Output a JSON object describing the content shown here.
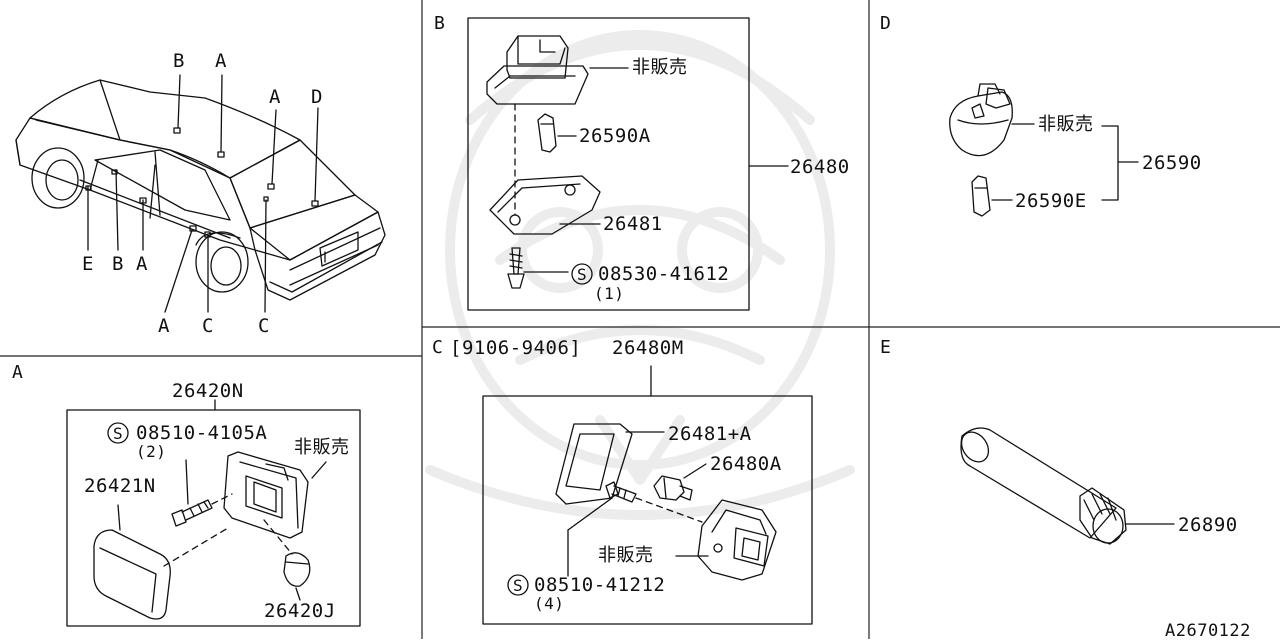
{
  "sections": {
    "A": "A",
    "B": "B",
    "C": "C",
    "D": "D",
    "E": "E",
    "C_range": "[9106-9406]"
  },
  "car_callouts": {
    "top_B": "B",
    "top_A1": "A",
    "top_A2": "A",
    "top_D": "D",
    "bot_E": "E",
    "bot_B": "B",
    "bot_A1": "A",
    "bot_A2": "A",
    "bot_C1": "C",
    "bot_C2": "C"
  },
  "part_b": {
    "non_sale": "非販売",
    "bulb": "26590A",
    "assembly": "26480",
    "lens": "26481",
    "screw": "08530-41612",
    "screw_qty": "(1)",
    "s_mark": "S"
  },
  "part_d": {
    "non_sale": "非販売",
    "bulb": "26590E",
    "assembly": "26590"
  },
  "part_a": {
    "assembly": "26420N",
    "screw": "08510-4105A",
    "screw_qty": "(2)",
    "s_mark": "S",
    "non_sale": "非販売",
    "lens": "26421N",
    "bulb": "26420J"
  },
  "part_c": {
    "assembly": "26480M",
    "lens": "26481+A",
    "bulb": "26480A",
    "non_sale": "非販売",
    "screw": "08510-41212",
    "screw_qty": "(4)",
    "s_mark": "S"
  },
  "part_e": {
    "part": "26890"
  },
  "footer": {
    "code": "A2670122"
  }
}
